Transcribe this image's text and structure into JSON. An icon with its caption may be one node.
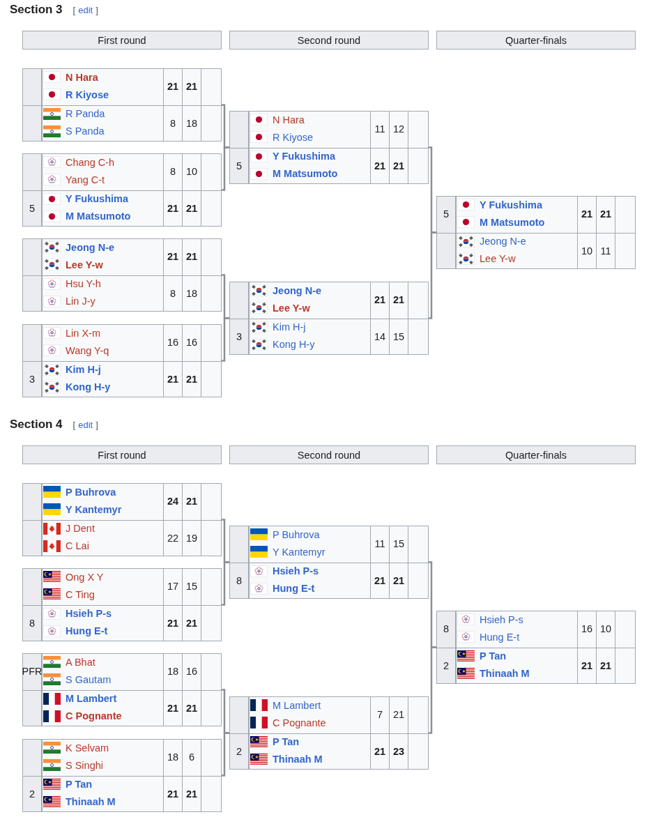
{
  "diagram": {
    "nodes": [
      {
        "text": [
          "First round"
        ]
      },
      {
        "text": [
          "Second round"
        ]
      },
      {
        "text": [
          "Quarter-finals"
        ]
      },
      {
        "text": [
          "N Hara",
          "R Kiyose",
          "21",
          "21",
          "R Panda",
          "S Panda",
          "8",
          "18"
        ]
      },
      {
        "text": [
          "Chang C-h",
          "Yang C-t",
          "8",
          "10",
          "5",
          "Y Fukushima",
          "M Matsumoto",
          "21",
          "21"
        ]
      },
      {
        "text": [
          "Jeong N-e",
          "Lee Y-w",
          "21",
          "21",
          "Hsu Y-h",
          "Lin J-y",
          "8",
          "18"
        ]
      },
      {
        "text": [
          "Lin X-m",
          "Wang Y-q",
          "16",
          "16",
          "3",
          "Kim H-j",
          "Kong H-y",
          "21",
          "21"
        ]
      },
      {
        "text": [
          "N Hara",
          "R Kiyose",
          "11",
          "12",
          "5",
          "Y Fukushima",
          "M Matsumoto",
          "21",
          "21"
        ]
      },
      {
        "text": [
          "Jeong N-e",
          "Lee Y-w",
          "21",
          "21",
          "3",
          "Kim H-j",
          "Kong H-y",
          "14",
          "15"
        ]
      },
      {
        "text": [
          "5",
          "Y Fukushima",
          "M Matsumoto",
          "21",
          "21",
          "Jeong N-e",
          "Lee Y-w",
          "10",
          "11"
        ]
      },
      {
        "text": [
          "First round"
        ]
      },
      {
        "text": [
          "Second round"
        ]
      },
      {
        "text": [
          "Quarter-finals"
        ]
      },
      {
        "text": [
          "P Buhrova",
          "Y Kantemyr",
          "24",
          "21",
          "J Dent",
          "C Lai",
          "22",
          "19"
        ]
      },
      {
        "text": [
          "Ong X Y",
          "C Ting",
          "17",
          "15",
          "8",
          "Hsieh P-s",
          "Hung E-t",
          "21",
          "21"
        ]
      },
      {
        "text": [
          "PFR",
          "A Bhat",
          "S Gautam",
          "18",
          "16",
          "M Lambert",
          "C Pognante",
          "21",
          "21"
        ]
      },
      {
        "text": [
          "K Selvam",
          "S Singhi",
          "18",
          "6",
          "2",
          "P Tan",
          "Thinaah M",
          "21",
          "21"
        ]
      },
      {
        "text": [
          "P Buhrova",
          "Y Kantemyr",
          "11",
          "15",
          "8",
          "Hsieh P-s",
          "Hung E-t",
          "21",
          "21"
        ]
      },
      {
        "text": [
          "M Lambert",
          "C Pognante",
          "7",
          "21",
          "2",
          "P Tan",
          "Thinaah M",
          "21",
          "23"
        ]
      },
      {
        "text": [
          "8",
          "Hsieh P-s",
          "Hung E-t",
          "16",
          "10",
          "2",
          "P Tan",
          "Thinaah M",
          "21",
          "21"
        ]
      }
    ],
    "edges": [
      {
        "from": 3,
        "to": 7,
        "arrow": "none"
      },
      {
        "from": 4,
        "to": 7,
        "arrow": "none"
      },
      {
        "from": 5,
        "to": 8,
        "arrow": "none"
      },
      {
        "from": 6,
        "to": 8,
        "arrow": "none"
      },
      {
        "from": 7,
        "to": 9,
        "arrow": "none"
      },
      {
        "from": 8,
        "to": 9,
        "arrow": "none"
      },
      {
        "from": 13,
        "to": 17,
        "arrow": "none"
      },
      {
        "from": 14,
        "to": 17,
        "arrow": "none"
      },
      {
        "from": 15,
        "to": 18,
        "arrow": "none"
      },
      {
        "from": 16,
        "to": 18,
        "arrow": "none"
      },
      {
        "from": 17,
        "to": 19,
        "arrow": "none"
      },
      {
        "from": 18,
        "to": 19,
        "arrow": "none"
      }
    ],
    "labels": [
      "Section 3",
      "[",
      "edit",
      "]",
      "Section 4",
      "[",
      "edit",
      "]"
    ]
  }
}
